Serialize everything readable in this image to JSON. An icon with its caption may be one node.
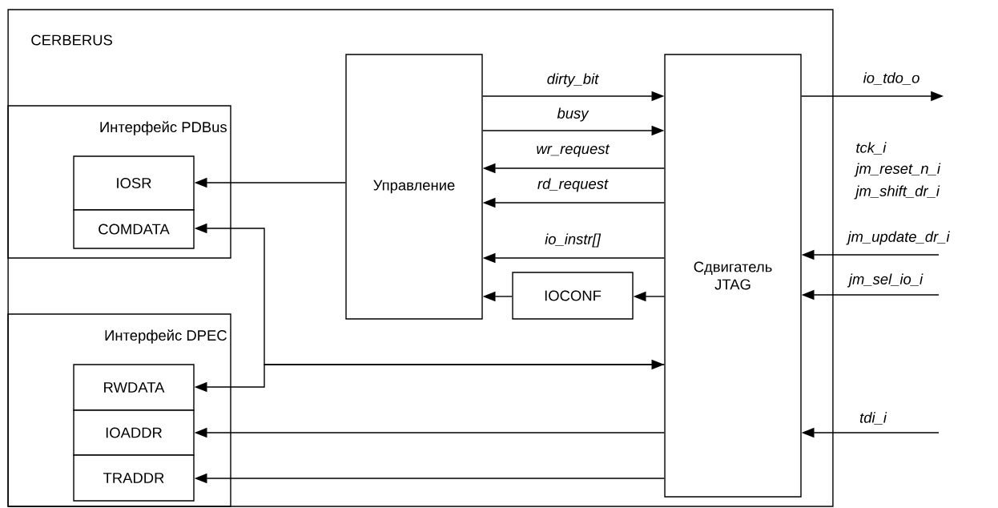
{
  "diagram": {
    "nodes": [
      {
        "text": [
          "CERBERUS"
        ]
      },
      {
        "text": [
          "Интерфейс PDBus"
        ],
        "in": 0
      },
      {
        "text": [
          "IOSR"
        ],
        "in": 1
      },
      {
        "text": [
          "COMDATA"
        ],
        "in": 1
      },
      {
        "text": [
          "Интерфейс DPEC"
        ],
        "in": 0
      },
      {
        "text": [
          "RWDATA"
        ],
        "in": 4
      },
      {
        "text": [
          "IOADDR"
        ],
        "in": 4
      },
      {
        "text": [
          "TRADDR"
        ],
        "in": 4
      },
      {
        "text": [
          "Управление"
        ],
        "in": 0
      },
      {
        "text": [
          "IOCONF"
        ],
        "in": 0
      },
      {
        "text": [
          "Сдвигатель JTAG"
        ],
        "in": 0
      }
    ],
    "edges": [
      {
        "from": 8,
        "to": 10,
        "arrow": "to",
        "label": "dirty_bit"
      },
      {
        "from": 8,
        "to": 10,
        "arrow": "to",
        "label": "busy"
      },
      {
        "from": 10,
        "to": 8,
        "arrow": "to",
        "label": "wr_request"
      },
      {
        "from": 10,
        "to": 8,
        "arrow": "to",
        "label": "rd_request"
      },
      {
        "from": 10,
        "to": 8,
        "arrow": "to",
        "label": "io_instr[]"
      },
      {
        "from": 10,
        "to": 9,
        "arrow": "to"
      },
      {
        "from": 9,
        "to": 8,
        "arrow": "to"
      },
      {
        "from": 8,
        "to": 2,
        "arrow": "to"
      },
      {
        "from": 10,
        "to": 3,
        "arrow": "both"
      },
      {
        "from": 10,
        "to": 5,
        "arrow": "to"
      },
      {
        "from": 10,
        "to": 6,
        "arrow": "to"
      },
      {
        "from": 10,
        "to": 7,
        "arrow": "to"
      },
      {
        "from": 10,
        "to": null,
        "arrow": "to",
        "label": "io_tdo_o"
      },
      {
        "from": null,
        "to": 10,
        "arrow": "to",
        "label": "jm_update_dr_i"
      },
      {
        "from": null,
        "to": 10,
        "arrow": "to",
        "label": "jm_sel_io_i"
      },
      {
        "from": null,
        "to": 10,
        "arrow": "to",
        "label": "tdi_i"
      }
    ],
    "labels": [
      "tck_i",
      "jm_reset_n_i",
      "jm_shift_dr_i"
    ]
  }
}
